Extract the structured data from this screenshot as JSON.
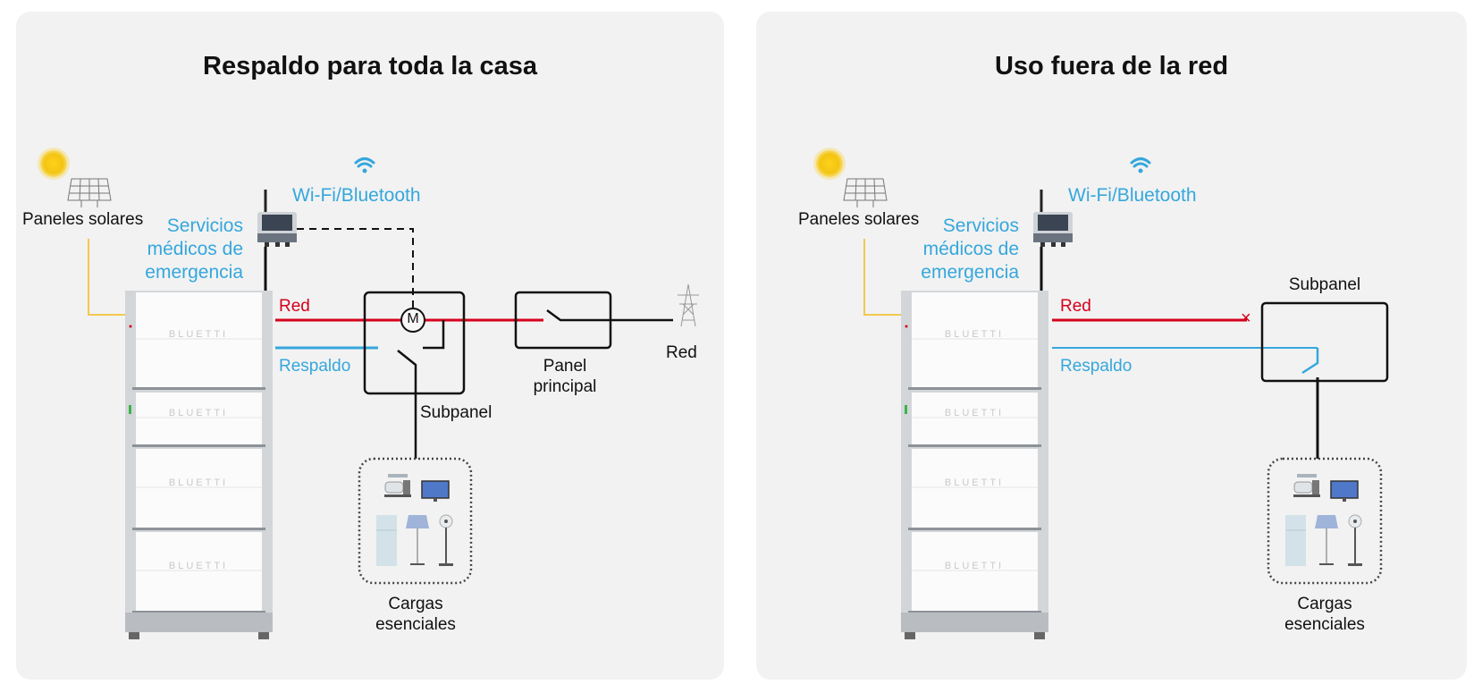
{
  "colors": {
    "grid": "#d6001c",
    "backup": "#35a7dc",
    "solar": "#f2c94c",
    "panel_bg": "#f2f2f2"
  },
  "brand": "BLUETTI",
  "panels": [
    {
      "title": "Respaldo para toda la casa",
      "solar_label": "Paneles solares",
      "medical_lines": [
        "Servicios",
        "médicos de",
        "emergencia"
      ],
      "wireless_label": "Wi-Fi/Bluetooth",
      "grid_line_label": "Red",
      "backup_line_label": "Respaldo",
      "motor_label": "M",
      "subpanel_label": "Subpanel",
      "main_panel_lines": [
        "Panel",
        "principal"
      ],
      "utility_label": "Red",
      "loads_lines": [
        "Cargas",
        "esenciales"
      ]
    },
    {
      "title": "Uso fuera de la red",
      "solar_label": "Paneles solares",
      "medical_lines": [
        "Servicios",
        "médicos de",
        "emergencia"
      ],
      "wireless_label": "Wi-Fi/Bluetooth",
      "grid_line_label": "Red",
      "grid_cut_mark": "×",
      "backup_line_label": "Respaldo",
      "subpanel_label": "Subpanel",
      "loads_lines": [
        "Cargas",
        "esenciales"
      ]
    }
  ]
}
